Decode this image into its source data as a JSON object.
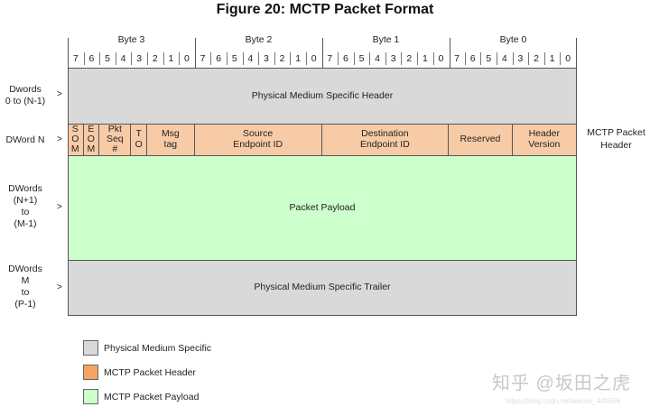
{
  "figure": {
    "title": "Figure 20: MCTP Packet Format",
    "bytes": [
      "Byte 3",
      "Byte 2",
      "Byte 1",
      "Byte 0"
    ],
    "bits": [
      "7",
      "6",
      "5",
      "4",
      "3",
      "2",
      "1",
      "0"
    ],
    "rows": [
      {
        "label": "Dwords\n0 to (N-1)",
        "arrow": ">",
        "content": "Physical Medium Specific Header",
        "type": "physical"
      },
      {
        "label": "DWord N",
        "arrow": ">",
        "type": "header"
      },
      {
        "label": "DWords\n(N+1)\nto\n(M-1)",
        "arrow": ">",
        "content": "Packet Payload",
        "type": "payload"
      },
      {
        "label": "DWords\nM\nto\n(P-1)",
        "arrow": ">",
        "content": "Physical Medium Specific Trailer",
        "type": "physical"
      }
    ],
    "header_fields": [
      {
        "name": "S\nO\nM",
        "bits": 1
      },
      {
        "name": "E\nO\nM",
        "bits": 1
      },
      {
        "name": "Pkt\nSeq\n#",
        "bits": 2
      },
      {
        "name": "T\nO",
        "bits": 1
      },
      {
        "name": "Msg\ntag",
        "bits": 3
      },
      {
        "name": "Source\nEndpoint ID",
        "bits": 8
      },
      {
        "name": "Destination\nEndpoint ID",
        "bits": 8
      },
      {
        "name": "Reserved",
        "bits": 4
      },
      {
        "name": "Header\nVersion",
        "bits": 4
      }
    ],
    "side_note": "MCTP Packet\nHeader",
    "legend": [
      {
        "label": "Physical Medium Specific",
        "color": "#d9d9d9"
      },
      {
        "label": "MCTP Packet Header",
        "color": "#f4a460"
      },
      {
        "label": "MCTP Packet Payload",
        "color": "#ccffcc"
      }
    ],
    "colors": {
      "physical": "#d9d9d9",
      "header": "#f8cba7",
      "payload": "#ccffcc"
    }
  },
  "watermark": {
    "text": "知乎 @坂田之虎",
    "subtext": "https://blog.csdn.net/weixin_440566"
  }
}
